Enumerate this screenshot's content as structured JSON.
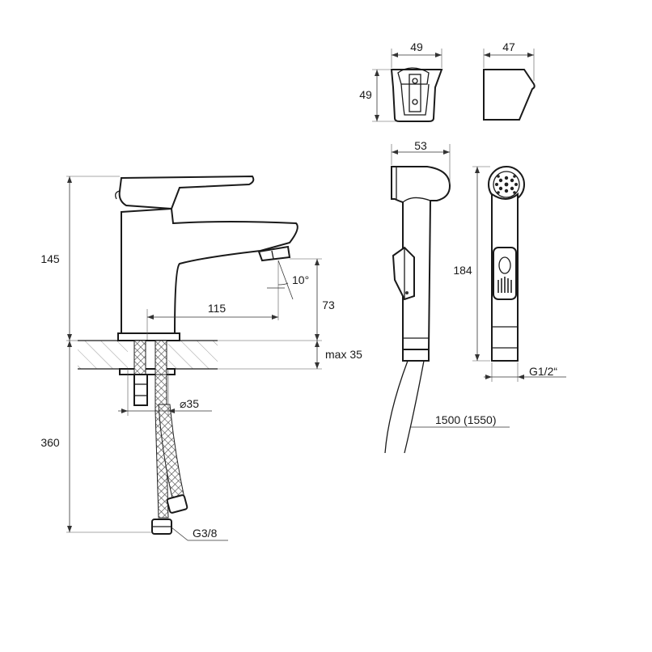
{
  "dimensions": {
    "holder_width": "49",
    "holder_height": "49",
    "holder_depth": "47",
    "handshower_head": "53",
    "handshower_length": "184",
    "hose_connection": "G1/2“",
    "hose_length": "1500 (1550)",
    "tap_height": "145",
    "spout_height": "73",
    "spout_reach": "115",
    "spout_angle": "10°",
    "deck_thickness": "max 35",
    "hole_diameter": "⌀35",
    "supply_length": "360",
    "supply_connection": "G3/8"
  }
}
